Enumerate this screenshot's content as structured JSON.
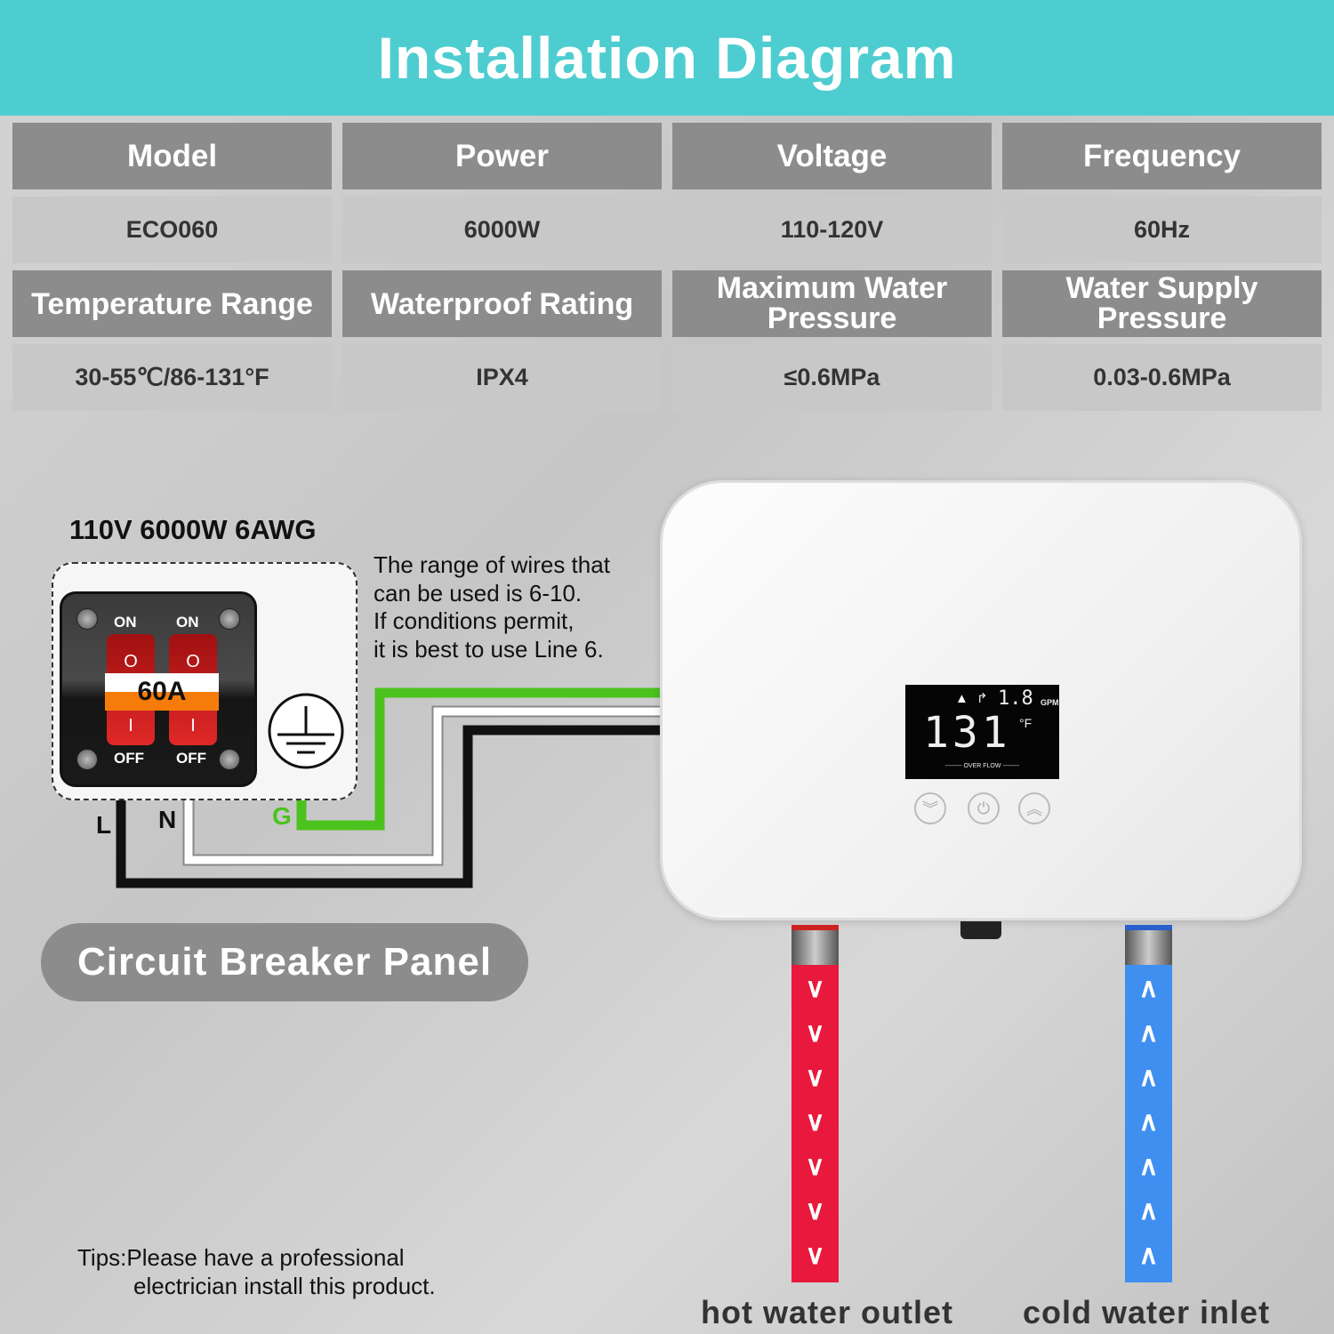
{
  "title": "Installation Diagram",
  "specs": {
    "headers1": [
      "Model",
      "Power",
      "Voltage",
      "Frequency"
    ],
    "values1": [
      "ECO060",
      "6000W",
      "110-120V",
      "60Hz"
    ],
    "headers2": [
      "Temperature Range",
      "Waterproof Rating",
      "Maximum Water Pressure",
      "Water Supply Pressure"
    ],
    "values2": [
      "30-55℃/86-131°F",
      "IPX4",
      "≤0.6MPa",
      "0.03-0.6MPa"
    ]
  },
  "wiring": {
    "spec": "110V 6000W 6AWG",
    "note": [
      "The range of wires that",
      "can be used is 6-10.",
      "If conditions permit,",
      "it is best to use Line 6."
    ],
    "breaker": {
      "on": "ON",
      "off": "OFF",
      "rating": "60A",
      "on_symbol": "O",
      "off_symbol": "I"
    },
    "labels": {
      "live": "L",
      "neutral": "N",
      "ground": "G"
    },
    "colors": {
      "ground": "#4cc21e",
      "neutral": "#ffffff",
      "live": "#111111"
    }
  },
  "panel_label": "Circuit Breaker Panel",
  "tips": [
    "Tips:Please have a professional",
    "electrician install this product."
  ],
  "display": {
    "flow": "1.8",
    "flow_unit": "GPM",
    "temperature": "131",
    "temp_unit": "°F",
    "status": "OVER FLOW"
  },
  "pipes": {
    "hot": "hot water outlet",
    "cold": "cold water inlet",
    "hot_color": "#e8193c",
    "cold_color": "#3f8ff0"
  }
}
